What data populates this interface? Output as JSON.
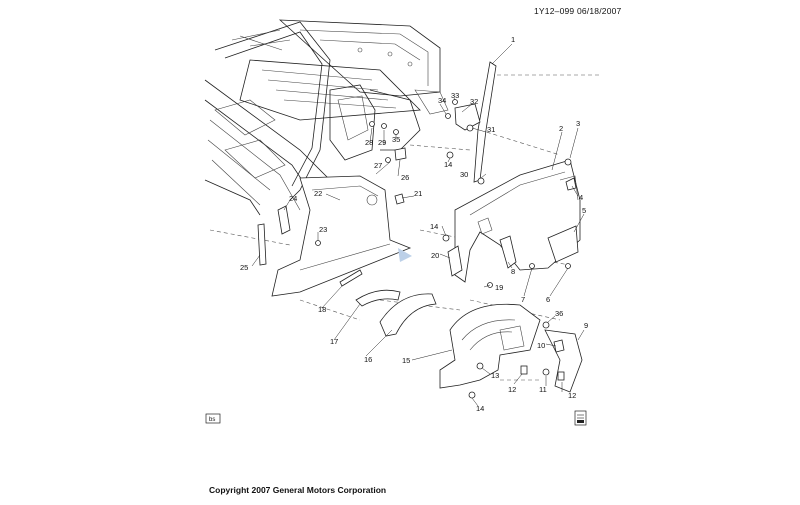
{
  "header": {
    "doc_id": "1Y12–099",
    "date": "06/18/2007"
  },
  "footer": {
    "copyright": "Copyright 2007 General Motors Corporation"
  },
  "corner_marks": {
    "left_box": "bs"
  },
  "callouts": [
    {
      "id": "c1",
      "label": "1"
    },
    {
      "id": "c2",
      "label": "2"
    },
    {
      "id": "c3",
      "label": "3"
    },
    {
      "id": "c4",
      "label": "4"
    },
    {
      "id": "c5",
      "label": "5"
    },
    {
      "id": "c6",
      "label": "6"
    },
    {
      "id": "c7",
      "label": "7"
    },
    {
      "id": "c8",
      "label": "8"
    },
    {
      "id": "c9",
      "label": "9"
    },
    {
      "id": "c10",
      "label": "10"
    },
    {
      "id": "c11",
      "label": "11"
    },
    {
      "id": "c12a",
      "label": "12"
    },
    {
      "id": "c12b",
      "label": "12"
    },
    {
      "id": "c13",
      "label": "13"
    },
    {
      "id": "c14a",
      "label": "14"
    },
    {
      "id": "c14b",
      "label": "14"
    },
    {
      "id": "c14c",
      "label": "14"
    },
    {
      "id": "c15",
      "label": "15"
    },
    {
      "id": "c16",
      "label": "16"
    },
    {
      "id": "c17",
      "label": "17"
    },
    {
      "id": "c18",
      "label": "18"
    },
    {
      "id": "c19",
      "label": "19"
    },
    {
      "id": "c20",
      "label": "20"
    },
    {
      "id": "c21",
      "label": "21"
    },
    {
      "id": "c22",
      "label": "22"
    },
    {
      "id": "c23",
      "label": "23"
    },
    {
      "id": "c24",
      "label": "24"
    },
    {
      "id": "c25",
      "label": "25"
    },
    {
      "id": "c26",
      "label": "26"
    },
    {
      "id": "c27",
      "label": "27"
    },
    {
      "id": "c28",
      "label": "28"
    },
    {
      "id": "c29",
      "label": "29"
    },
    {
      "id": "c30",
      "label": "30"
    },
    {
      "id": "c31",
      "label": "31"
    },
    {
      "id": "c32",
      "label": "32"
    },
    {
      "id": "c33",
      "label": "33"
    },
    {
      "id": "c34",
      "label": "34"
    },
    {
      "id": "c35",
      "label": "35"
    },
    {
      "id": "c36",
      "label": "36"
    }
  ]
}
